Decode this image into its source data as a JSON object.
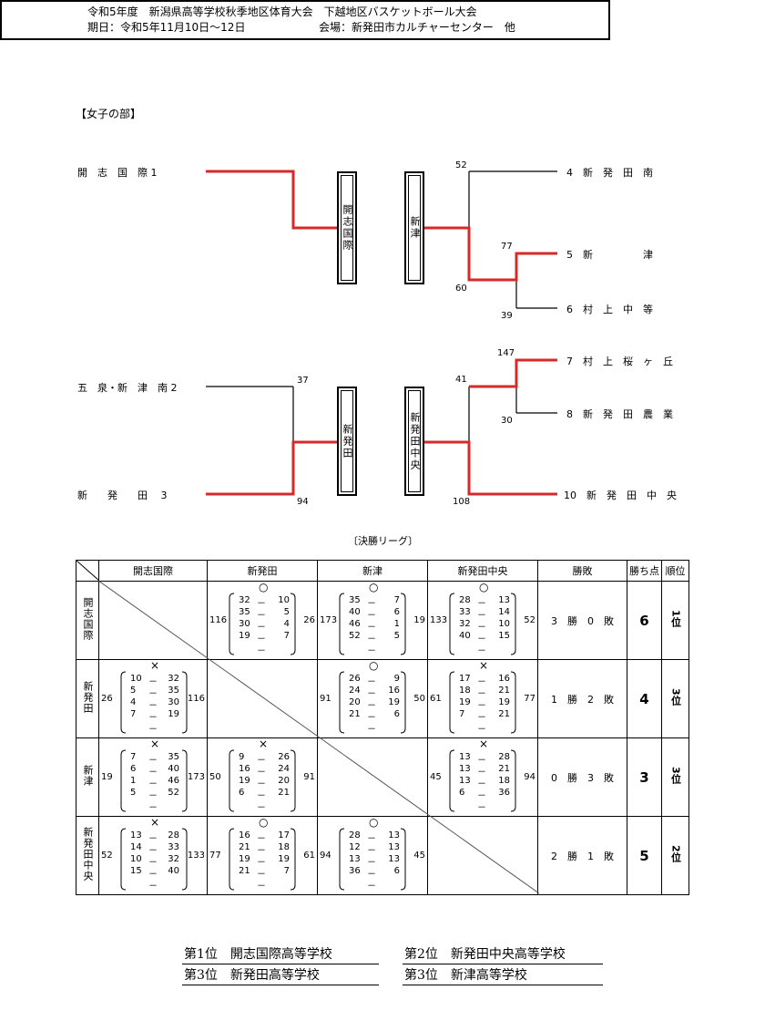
{
  "header": {
    "title": "令和5年度　新潟県高等学校秋季地区体育大会　下越地区バスケットボール大会",
    "dates": "期日：令和5年11月10日～12日",
    "venue": "会場：新発田市カルチャーセンター　他"
  },
  "section_title": "【女子の部】",
  "bracket": {
    "left_teams": [
      {
        "name": "開　志　国　際",
        "seed": "1"
      },
      {
        "name": "五　泉・新　津　南",
        "seed": "2"
      },
      {
        "name": "新　　発　　田",
        "seed": "3"
      }
    ],
    "right_teams": [
      {
        "name": "新　発　田　南",
        "seed": "4"
      },
      {
        "name": "新　　　　　津",
        "seed": "5"
      },
      {
        "name": "村　上　中　等",
        "seed": "6"
      },
      {
        "name": "村　上　桜　ヶ　丘",
        "seed": "7"
      },
      {
        "name": "新　発　田　農　業",
        "seed": "8"
      },
      {
        "name": "新　発　田　中　央",
        "seed": "10"
      }
    ],
    "winners": [
      "開志国際",
      "新津",
      "新発田",
      "新発田中央"
    ],
    "scores": {
      "s52": "52",
      "s77": "77",
      "s60": "60",
      "s39": "39",
      "s147": "147",
      "s30": "30",
      "s41": "41",
      "s108": "108",
      "s37": "37",
      "s94": "94"
    }
  },
  "league_title": "〔決勝リーグ〕",
  "league": {
    "headers": [
      "開志国際",
      "新発田",
      "新津",
      "新発田中央",
      "勝敗",
      "勝ち点",
      "順位"
    ],
    "rows": [
      {
        "team": "開志国際",
        "record": "3　勝　0　敗",
        "points": "6",
        "rank": "1位"
      },
      {
        "team": "新発田",
        "record": "1　勝　2　敗",
        "points": "4",
        "rank": "3位"
      },
      {
        "team": "新津",
        "record": "0　勝　3　敗",
        "points": "3",
        "rank": "3位"
      },
      {
        "team": "新発田中央",
        "record": "2　勝　1　敗",
        "points": "5",
        "rank": "2位"
      }
    ],
    "games": {
      "r0c1": {
        "mark": "○",
        "left": "116",
        "right": "26",
        "q": [
          [
            "32",
            "10"
          ],
          [
            "35",
            "5"
          ],
          [
            "30",
            "4"
          ],
          [
            "19",
            "7"
          ]
        ]
      },
      "r0c2": {
        "mark": "○",
        "left": "173",
        "right": "19",
        "q": [
          [
            "35",
            "7"
          ],
          [
            "40",
            "6"
          ],
          [
            "46",
            "1"
          ],
          [
            "52",
            "5"
          ]
        ]
      },
      "r0c3": {
        "mark": "○",
        "left": "133",
        "right": "52",
        "q": [
          [
            "28",
            "13"
          ],
          [
            "33",
            "14"
          ],
          [
            "32",
            "10"
          ],
          [
            "40",
            "15"
          ]
        ]
      },
      "r1c0": {
        "mark": "×",
        "left": "26",
        "right": "116",
        "q": [
          [
            "10",
            "32"
          ],
          [
            "5",
            "35"
          ],
          [
            "4",
            "30"
          ],
          [
            "7",
            "19"
          ]
        ]
      },
      "r1c2": {
        "mark": "○",
        "left": "91",
        "right": "50",
        "q": [
          [
            "26",
            "9"
          ],
          [
            "24",
            "16"
          ],
          [
            "20",
            "19"
          ],
          [
            "21",
            "6"
          ]
        ]
      },
      "r1c3": {
        "mark": "×",
        "left": "61",
        "right": "77",
        "q": [
          [
            "17",
            "16"
          ],
          [
            "18",
            "21"
          ],
          [
            "19",
            "19"
          ],
          [
            "7",
            "21"
          ]
        ]
      },
      "r2c0": {
        "mark": "×",
        "left": "19",
        "right": "173",
        "q": [
          [
            "7",
            "35"
          ],
          [
            "6",
            "40"
          ],
          [
            "1",
            "46"
          ],
          [
            "5",
            "52"
          ]
        ]
      },
      "r2c1": {
        "mark": "×",
        "left": "50",
        "right": "91",
        "q": [
          [
            "9",
            "26"
          ],
          [
            "16",
            "24"
          ],
          [
            "19",
            "20"
          ],
          [
            "6",
            "21"
          ]
        ]
      },
      "r2c3": {
        "mark": "×",
        "left": "45",
        "right": "94",
        "q": [
          [
            "13",
            "28"
          ],
          [
            "13",
            "21"
          ],
          [
            "13",
            "18"
          ],
          [
            "6",
            "36"
          ]
        ]
      },
      "r3c0": {
        "mark": "×",
        "left": "52",
        "right": "133",
        "q": [
          [
            "13",
            "28"
          ],
          [
            "14",
            "33"
          ],
          [
            "10",
            "32"
          ],
          [
            "15",
            "40"
          ]
        ]
      },
      "r3c1": {
        "mark": "○",
        "left": "77",
        "right": "61",
        "q": [
          [
            "16",
            "17"
          ],
          [
            "21",
            "18"
          ],
          [
            "19",
            "19"
          ],
          [
            "21",
            "7"
          ]
        ]
      },
      "r3c2": {
        "mark": "○",
        "left": "94",
        "right": "45",
        "q": [
          [
            "28",
            "13"
          ],
          [
            "12",
            "13"
          ],
          [
            "13",
            "13"
          ],
          [
            "36",
            "6"
          ]
        ]
      }
    }
  },
  "final_results": [
    "第1位　開志国際高等学校",
    "第2位　新発田中央高等学校",
    "第3位　新発田高等学校",
    "第3位　新津高等学校"
  ],
  "colors": {
    "advance_line": "#d62a2a",
    "line": "#000000"
  }
}
